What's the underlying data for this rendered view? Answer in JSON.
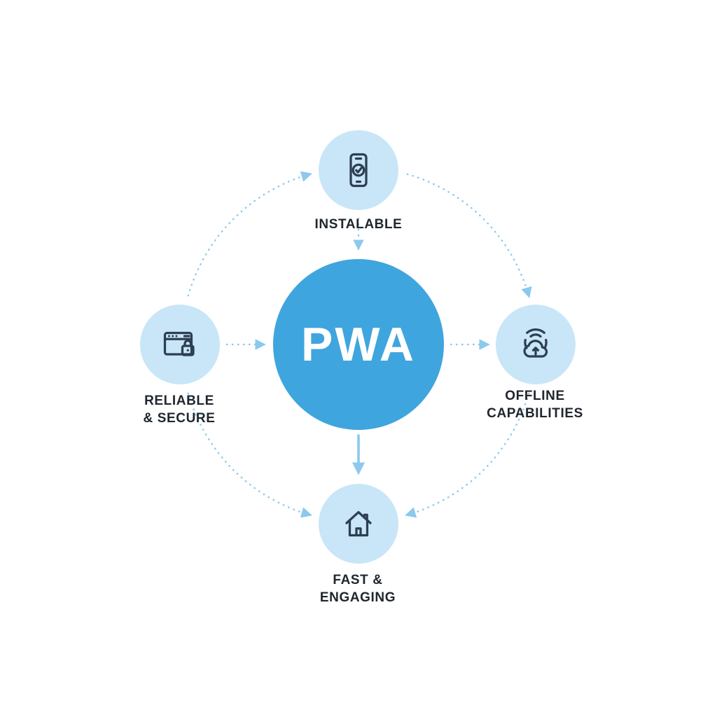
{
  "diagram": {
    "center": {
      "label": "PWA"
    },
    "nodes": {
      "top": {
        "icon": "smartphone-check-icon",
        "label_line1": "INSTALABLE",
        "label_line2": ""
      },
      "left": {
        "icon": "browser-lock-icon",
        "label_line1": "RELIABLE",
        "label_line2": "& SECURE"
      },
      "right": {
        "icon": "wifi-cloud-upload-icon",
        "label_line1": "OFFLINE",
        "label_line2": "CAPABILITIES"
      },
      "bottom": {
        "icon": "house-icon",
        "label_line1": "FAST &",
        "label_line2": "ENGAGING"
      }
    },
    "colors": {
      "center_fill": "#3FA5DE",
      "center_text": "#FFFFFF",
      "node_fill": "#C9E6F8",
      "connector": "#8CC9EC",
      "icon_stroke": "#2E3F52",
      "label": "#20262E",
      "background": "#FFFFFF"
    }
  }
}
